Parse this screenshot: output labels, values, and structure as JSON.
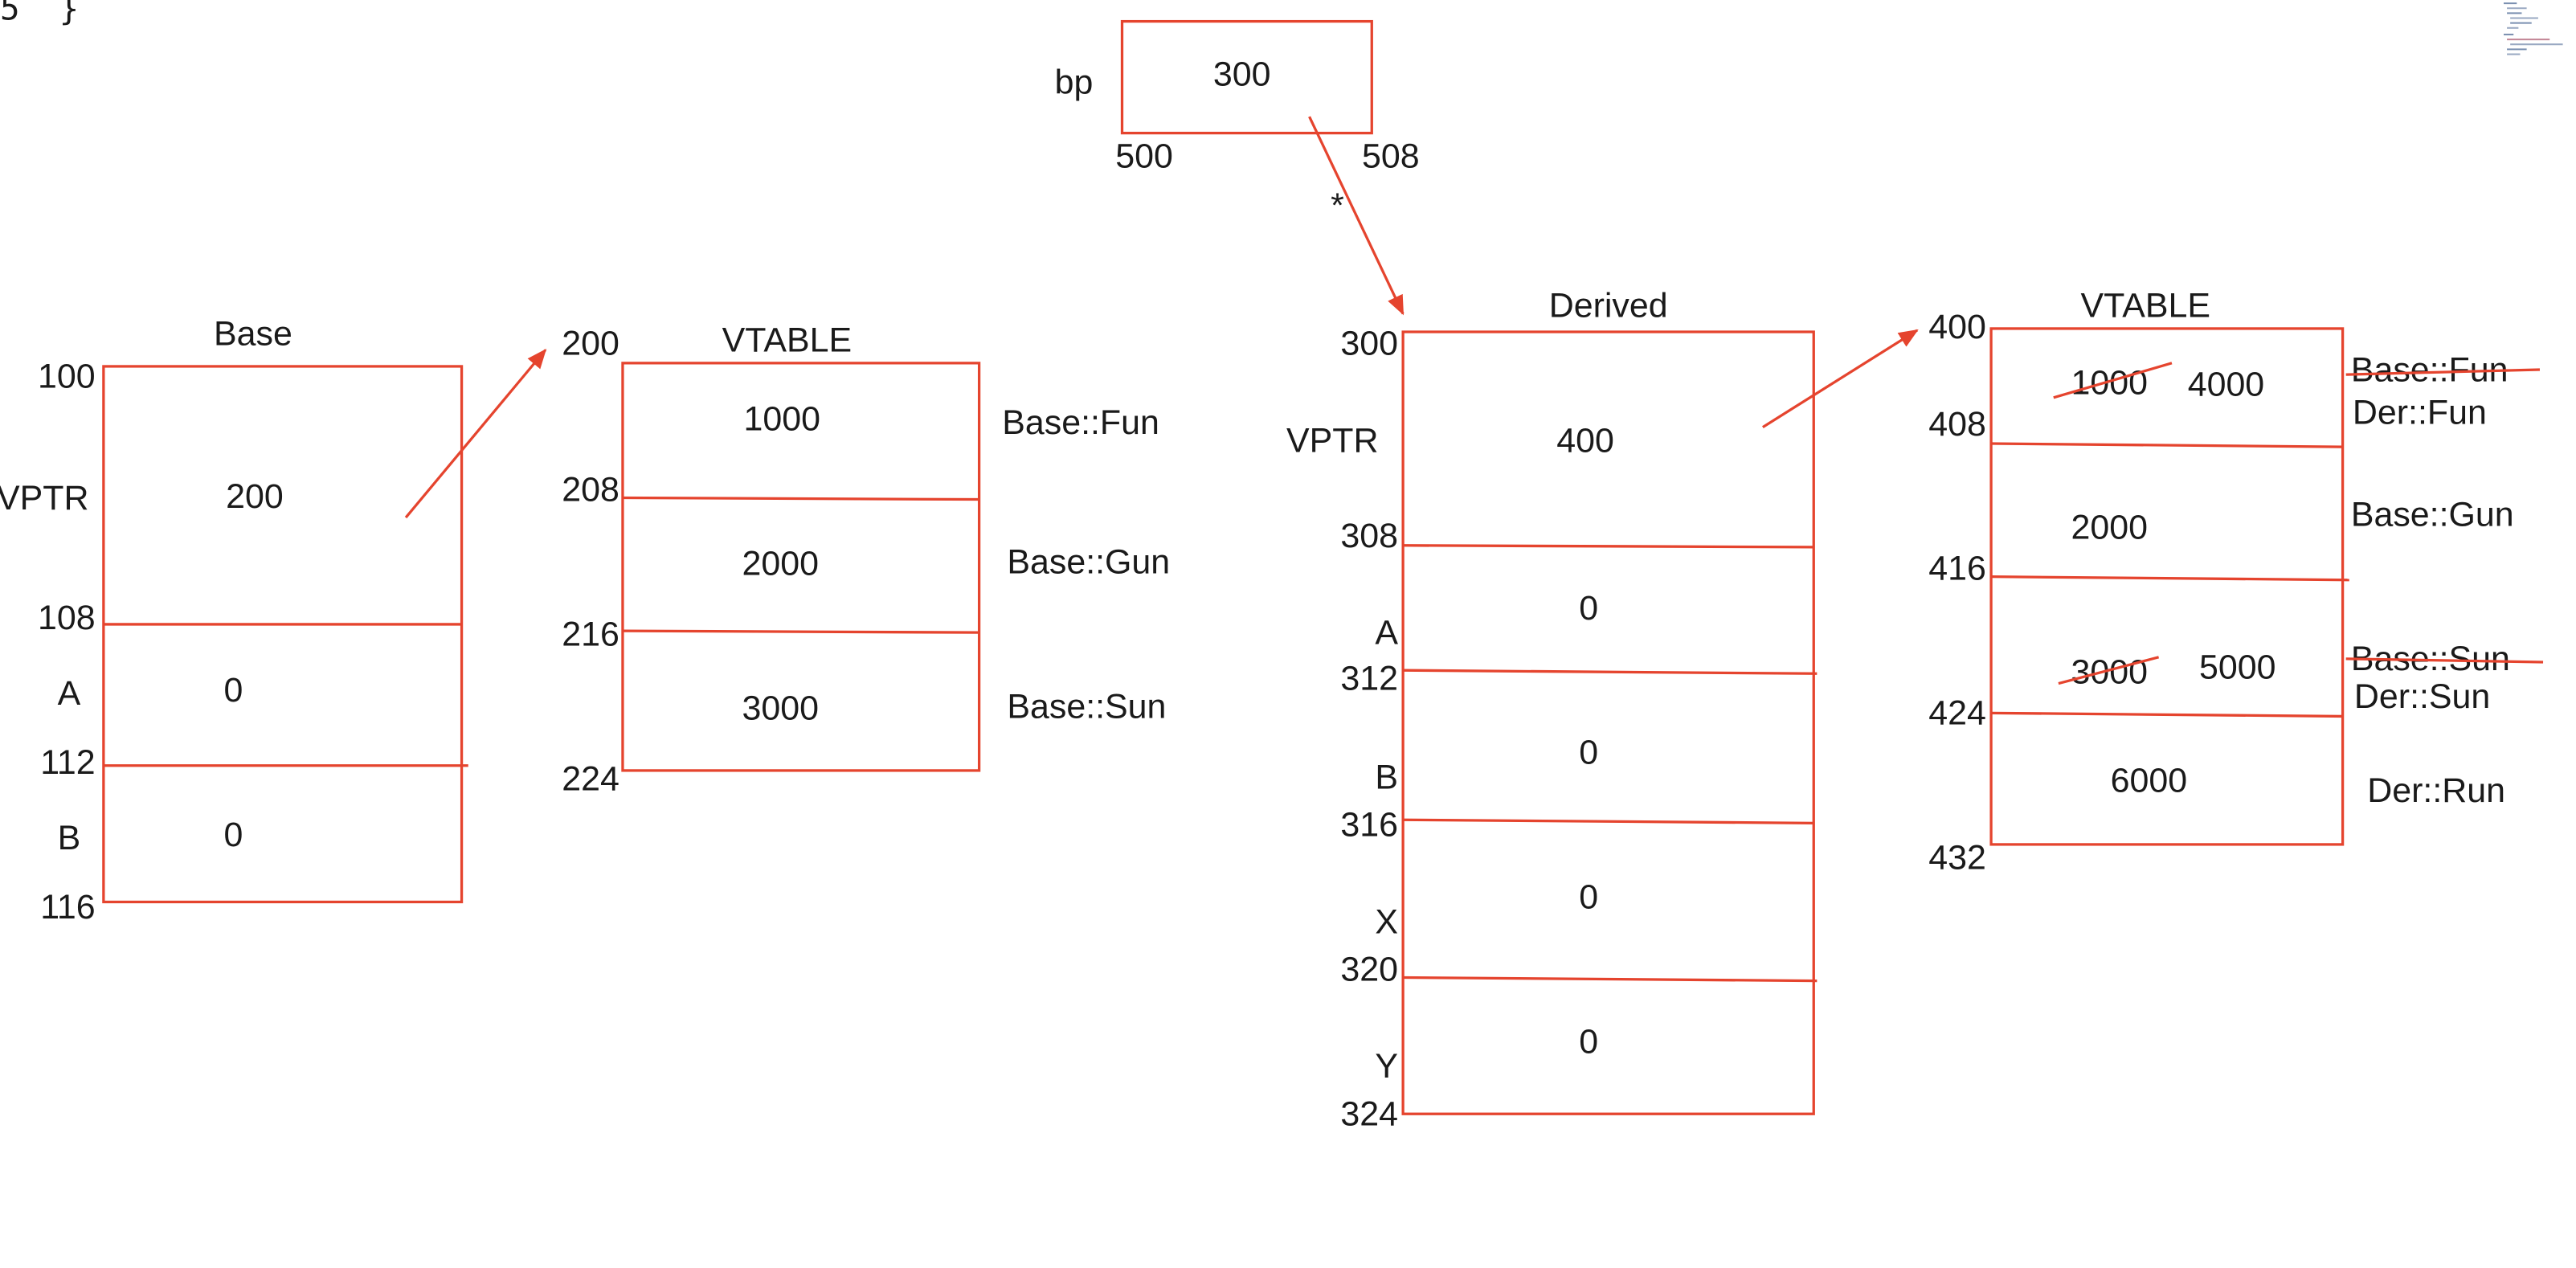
{
  "code_fragment": {
    "line_number": "5",
    "brace": "}"
  },
  "colors": {
    "ink": "#e5442e",
    "text": "#1a1a1a",
    "code_number": "#3b6ea5",
    "code_brace": "#1c2bd6"
  },
  "pointer": {
    "name": "bp",
    "value": "300",
    "start_address": "500",
    "end_address": "508",
    "arrow_label": "*"
  },
  "base_object": {
    "title": "Base",
    "addresses": [
      "100",
      "108",
      "112",
      "116"
    ],
    "fields": [
      {
        "name": "VPTR",
        "value": "200"
      },
      {
        "name": "A",
        "value": "0"
      },
      {
        "name": "B",
        "value": "0"
      }
    ]
  },
  "base_vtable": {
    "title": "VTABLE",
    "addresses": [
      "200",
      "208",
      "216",
      "224"
    ],
    "entries": [
      {
        "value": "1000",
        "function": "Base::Fun"
      },
      {
        "value": "2000",
        "function": "Base::Gun"
      },
      {
        "value": "3000",
        "function": "Base::Sun"
      }
    ]
  },
  "derived_object": {
    "title": "Derived",
    "addresses": [
      "300",
      "308",
      "312",
      "316",
      "320",
      "324"
    ],
    "fields": [
      {
        "name": "VPTR",
        "value": "400"
      },
      {
        "name": "A",
        "value": "0"
      },
      {
        "name": "B",
        "value": "0"
      },
      {
        "name": "X",
        "value": "0"
      },
      {
        "name": "Y",
        "value": "0"
      }
    ]
  },
  "derived_vtable": {
    "title": "VTABLE",
    "addresses": [
      "400",
      "408",
      "416",
      "424",
      "432"
    ],
    "entries": [
      {
        "old_value": "1000",
        "value": "4000",
        "old_function": "Base::Fun",
        "function": "Der::Fun"
      },
      {
        "value": "2000",
        "function": "Base::Gun"
      },
      {
        "old_value": "3000",
        "value": "5000",
        "old_function": "Base::Sun",
        "function": "Der::Sun"
      },
      {
        "value": "6000",
        "function": "Der::Run"
      }
    ]
  }
}
